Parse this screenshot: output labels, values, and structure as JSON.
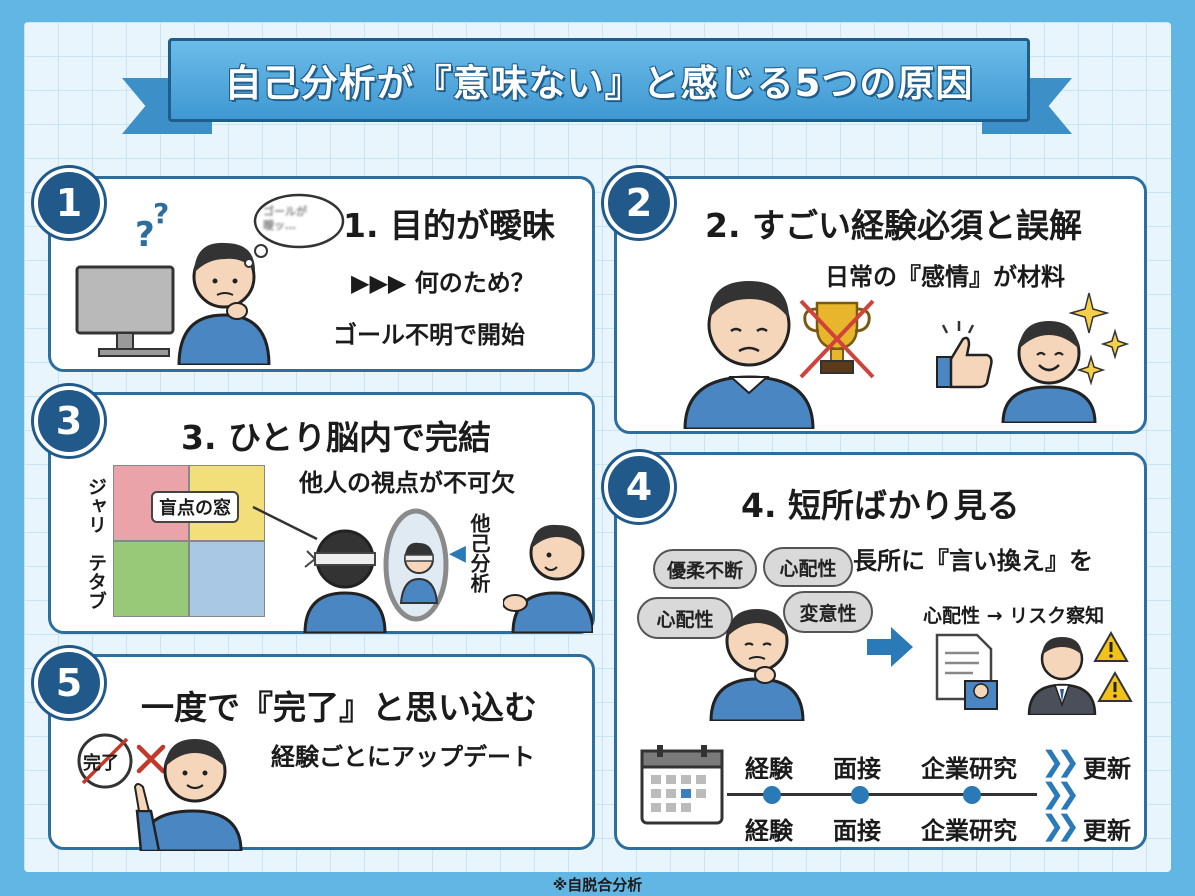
{
  "title": "自己分析が『意味ない』と感じる5つの原因",
  "footer": "※自脱合分析",
  "colors": {
    "background": "#62b6e3",
    "banner": "#3f98d2",
    "badge": "#21598a",
    "card_border": "#2c6f9e",
    "accent_arrow": "#2a7ab8",
    "warning": "#f2c21c",
    "cross": "#c0392b"
  },
  "card1": {
    "number": "1",
    "heading": "1. 目的が曖昧",
    "arrow_text": "▶▶▶ 何のため？",
    "note": "ゴール不明で開始",
    "bubble": "ゴールが\n曖ッ…",
    "icons": [
      "question-mark-icon",
      "monitor-icon",
      "thought-bubble-icon"
    ]
  },
  "card2": {
    "number": "2",
    "heading": "2. すごい経験必須と誤解",
    "note": "日常の『感情』が材料",
    "icons": [
      "trophy-crossed-icon",
      "thumbs-up-icon",
      "sparkle-icon"
    ]
  },
  "card3": {
    "number": "3",
    "heading": "3. ひとり脳内で完結",
    "note": "他人の視点が不可欠",
    "window_label": "盲点の窓",
    "johari_vertical": "ジャリ　テタブ",
    "other_analysis_vertical": "他己分析",
    "icons": [
      "mirror-icon",
      "blindfold-icon",
      "arrow-left-icon"
    ]
  },
  "card4": {
    "number": "4",
    "heading": "4. 短所ばかり見る",
    "note": "長所に『言い換え』を",
    "clouds": [
      "優柔不断",
      "心配性",
      "心配性",
      "変意性"
    ],
    "reframe": "心配性 → リスク察知",
    "timeline_top": [
      "経験",
      "面接",
      "企業研究"
    ],
    "timeline_bottom": [
      "経験",
      "面接",
      "企業研究"
    ],
    "update_top": "更新",
    "update_bottom": "更新",
    "icons": [
      "calendar-icon",
      "document-icon",
      "warning-icon",
      "chevron-double-right-icon"
    ]
  },
  "card5": {
    "number": "5",
    "heading": "一度で『完了』と思い込む",
    "note": "経験ごとにアップデート",
    "stamp": "完了",
    "icons": [
      "cross-icon",
      "pointing-finger-icon"
    ]
  }
}
